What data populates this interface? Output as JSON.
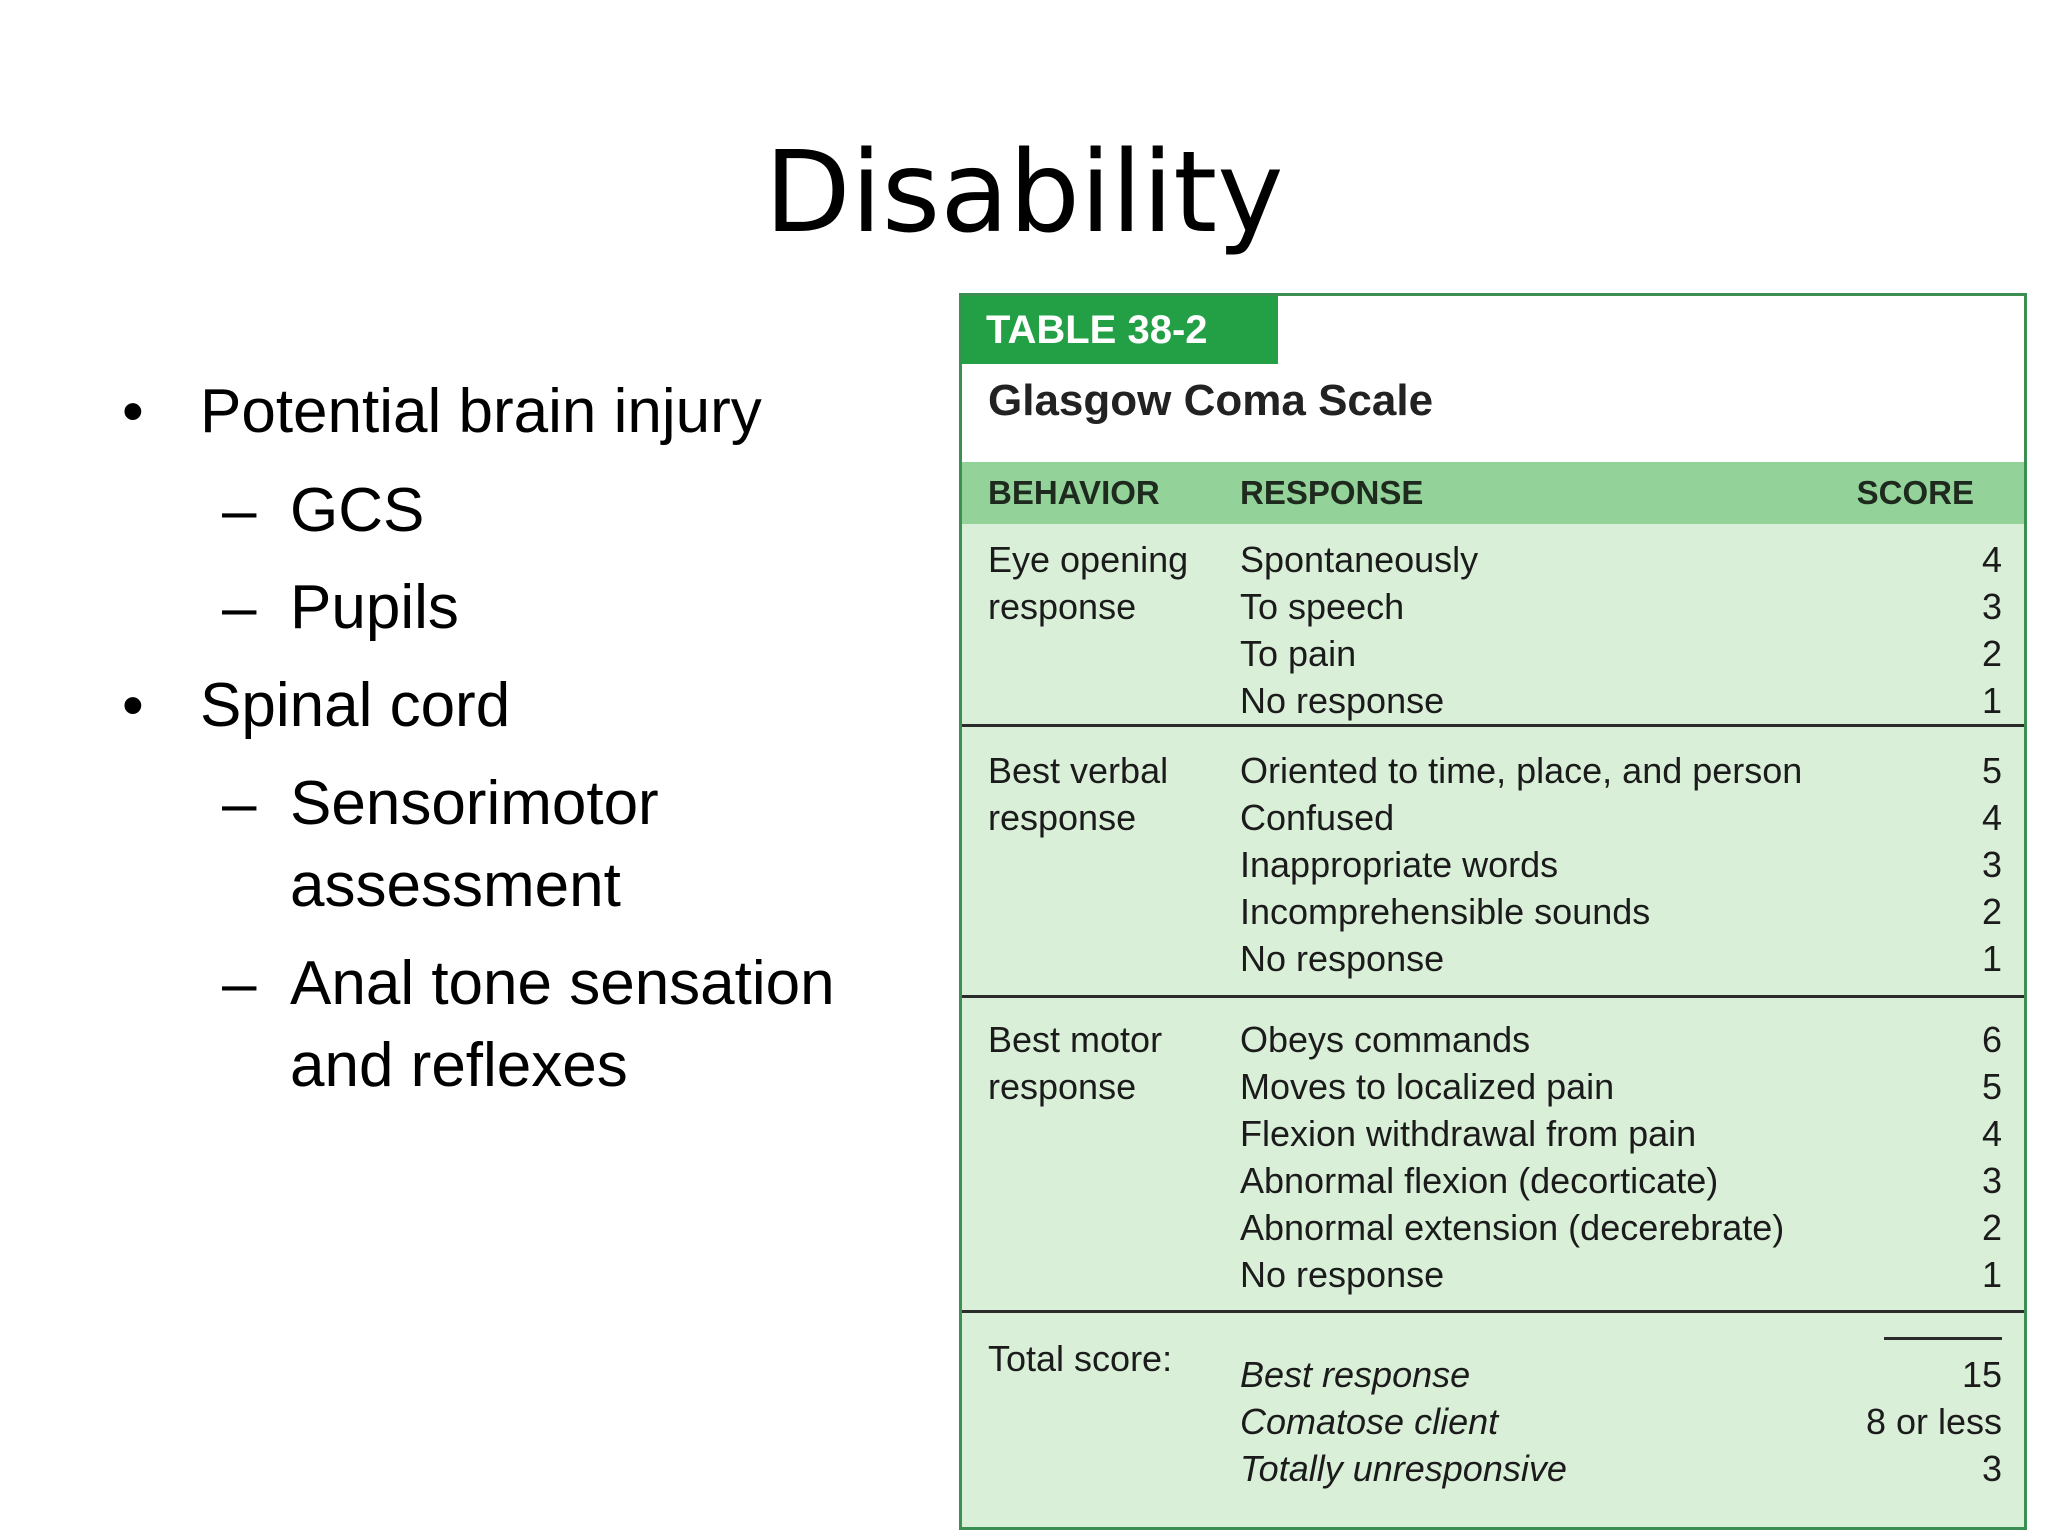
{
  "slide": {
    "title": "Disability",
    "bullets": [
      {
        "text": "Potential brain injury",
        "sub": [
          {
            "lines": [
              "GCS"
            ]
          },
          {
            "lines": [
              "Pupils"
            ]
          }
        ]
      },
      {
        "text": "Spinal cord",
        "sub": [
          {
            "lines": [
              "Sensorimotor",
              "assessment"
            ]
          },
          {
            "lines": [
              "Anal tone sensation",
              "and reflexes"
            ]
          }
        ]
      }
    ],
    "bullet_mark": "•",
    "sub_mark": "–"
  },
  "table": {
    "label": "TABLE 38-2",
    "title": "Glasgow Coma Scale",
    "headers": {
      "behavior": "BEHAVIOR",
      "response": "RESPONSE",
      "score": "SCORE"
    },
    "sections": [
      {
        "behavior": "Eye opening\nresponse",
        "rows": [
          [
            "Spontaneously",
            "4"
          ],
          [
            "To speech",
            "3"
          ],
          [
            "To pain",
            "2"
          ],
          [
            "No response",
            "1"
          ]
        ]
      },
      {
        "behavior": "Best verbal\nresponse",
        "rows": [
          [
            "Oriented to time, place, and person",
            "5"
          ],
          [
            "Confused",
            "4"
          ],
          [
            "Inappropriate words",
            "3"
          ],
          [
            "Incomprehensible sounds",
            "2"
          ],
          [
            "No response",
            "1"
          ]
        ]
      },
      {
        "behavior": "Best motor\nresponse",
        "rows": [
          [
            "Obeys commands",
            "6"
          ],
          [
            "Moves to localized pain",
            "5"
          ],
          [
            "Flexion withdrawal from pain",
            "4"
          ],
          [
            "Abnormal flexion (decorticate)",
            "3"
          ],
          [
            "Abnormal extension (decerebrate)",
            "2"
          ],
          [
            "No response",
            "1"
          ]
        ]
      },
      {
        "behavior": "Total score:",
        "rows": [
          [
            "Best response",
            "15"
          ],
          [
            "Comatose client",
            "8 or less"
          ],
          [
            "Totally unresponsive",
            "3"
          ]
        ]
      }
    ],
    "colors": {
      "label_bg": "#23a045",
      "header_bg": "#93d39a",
      "body_bg": "#d9efd8",
      "border": "#3c8f52"
    }
  }
}
